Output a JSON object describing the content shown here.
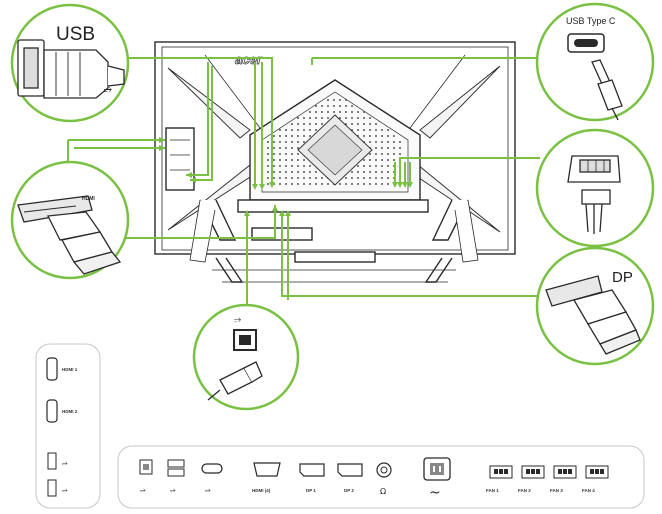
{
  "callouts": {
    "usb": "USB",
    "usb_type_c": "USB Type C",
    "dp": "DP"
  },
  "monitor": {
    "logo": "acer"
  },
  "side_panel": {
    "items": [
      {
        "label": "",
        "icon": "hdmi-port-icon"
      },
      {
        "label": "",
        "icon": "hdmi-port-icon"
      },
      {
        "label": "",
        "icon": "usb-a-port-icon"
      },
      {
        "label": "",
        "icon": "usb-a-port-icon"
      }
    ]
  },
  "io_panel": {
    "ports": [
      {
        "label": "",
        "icon": "usb-b-port-icon"
      },
      {
        "label": "",
        "icon": "usb-a-port-icon"
      },
      {
        "label": "",
        "icon": "usb-c-port-icon"
      },
      {
        "label": "",
        "icon": "hdmi-port-icon"
      },
      {
        "label": "DP 1",
        "icon": "displayport-icon"
      },
      {
        "label": "DP 2",
        "icon": "displayport-icon"
      },
      {
        "label": "Ω",
        "icon": "headphone-jack-icon"
      },
      {
        "label": "",
        "icon": "ac-power-inlet-icon"
      },
      {
        "label": "",
        "icon": "fan-connector-icon"
      },
      {
        "label": "",
        "icon": "fan-connector-icon"
      },
      {
        "label": "",
        "icon": "fan-connector-icon"
      },
      {
        "label": "",
        "icon": "fan-connector-icon"
      }
    ],
    "power_symbol": "~"
  },
  "colors": {
    "accent_green": "#7ac143",
    "outline": "#2a2a2a",
    "panel_border": "#c8c8c8"
  }
}
